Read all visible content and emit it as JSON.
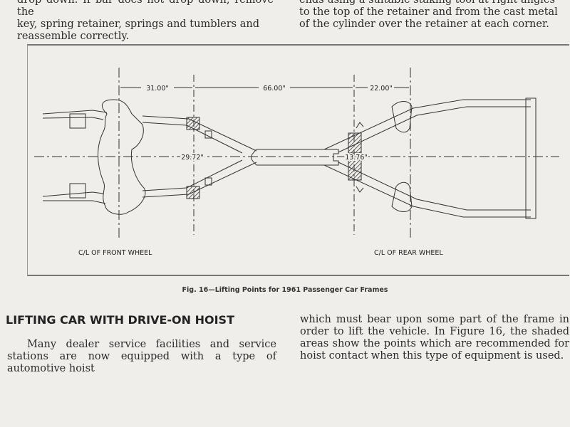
{
  "top_text": {
    "left_lines": [
      "drop down. If bar does not drop down, remove the",
      "key, spring retainer, springs and tumblers and",
      "reassemble correctly."
    ],
    "right_lines": [
      "ends using a suitable staking tool at right angles",
      "to the top of the retainer and from the cast metal",
      "of the cylinder over the retainer at each corner."
    ]
  },
  "figure": {
    "dimensions": {
      "front_to_lift": "31.00\"",
      "lift_to_lift": "66.00\"",
      "rear_lift_to_rear_wheel": "22.00\"",
      "front_width": "29.72\"",
      "rear_width": "13.76\""
    },
    "labels": {
      "front_wheel": "C/L OF FRONT WHEEL",
      "rear_wheel": "C/L OF REAR WHEEL"
    },
    "caption": "Fig. 16—Lifting Points for 1961 Passenger Car Frames"
  },
  "section": {
    "heading": "LIFTING CAR WITH DRIVE-ON HOIST",
    "left_paragraph": "Many dealer service facilities and service stations are now equipped with a type of automotive hoist",
    "right_paragraph": "which must bear upon some part of the frame in order to lift the vehicle. In Figure 16, the shaded areas show the points which are recommended for hoist contact when this type of equipment is used."
  }
}
